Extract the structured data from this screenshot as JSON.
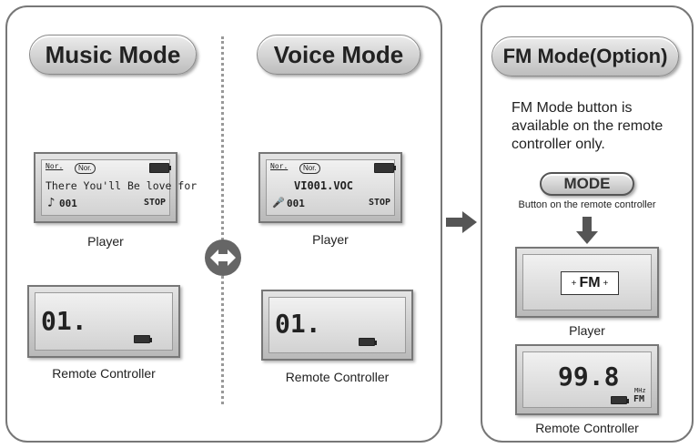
{
  "music_mode": {
    "title": "Music Mode",
    "player_lcd": {
      "tag1": "Nor.",
      "tag2": "Nor.",
      "text": "There You'll Be love for",
      "track": "001",
      "status": "STOP"
    },
    "player_caption": "Player",
    "remote_lcd": {
      "display": "01."
    },
    "remote_caption": "Remote Controller"
  },
  "voice_mode": {
    "title": "Voice Mode",
    "player_lcd": {
      "tag1": "Nor.",
      "tag2": "Nor.",
      "text": "VI001.VOC",
      "track": "001",
      "status": "STOP"
    },
    "player_caption": "Player",
    "remote_lcd": {
      "display": "01."
    },
    "remote_caption": "Remote Controller"
  },
  "fm_mode": {
    "title": "FM Mode(Option)",
    "description": "FM Mode button is available on the remote controller only.",
    "mode_button": "MODE",
    "button_caption": "Button on the remote controller",
    "player_lcd": {
      "text": "FM"
    },
    "player_caption": "Player",
    "remote_lcd": {
      "frequency": "99.8",
      "unit": "MHz",
      "band": "FM"
    },
    "remote_caption": "Remote Controller"
  },
  "icons": [
    "double-arrow-icon",
    "right-arrow-icon",
    "down-arrow-icon",
    "note-icon",
    "voice-icon",
    "battery-icon"
  ],
  "colors": {
    "panel_border": "#777777",
    "pill_light": "#ececec",
    "pill_dark": "#bdbdbd",
    "arrow": "#555555"
  }
}
